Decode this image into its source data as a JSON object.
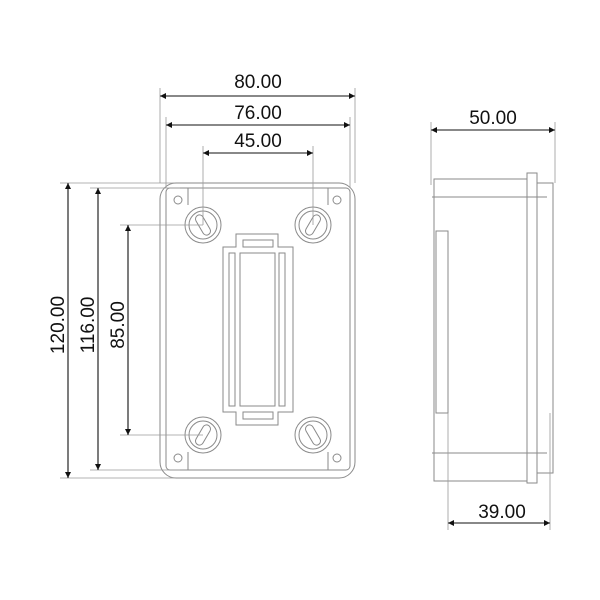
{
  "drawing": {
    "front_view": {
      "width_outer": "80.00",
      "width_inner": "76.00",
      "hole_spacing_x": "45.00",
      "height_outer": "120.00",
      "height_inner": "116.00",
      "hole_spacing_y": "85.00"
    },
    "side_view": {
      "depth_total": "50.00",
      "depth_body": "39.00"
    },
    "colors": {
      "line": "#111111",
      "part_outline": "#8a8a8a"
    }
  }
}
